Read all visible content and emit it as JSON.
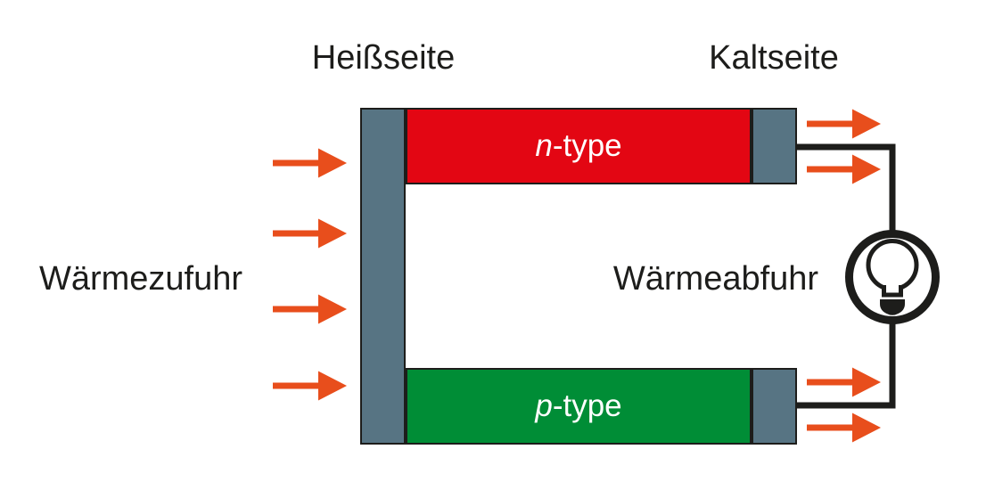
{
  "labels": {
    "hot_side": "Heißseite",
    "cold_side": "Kaltseite",
    "heat_input": "Wärmezufuhr",
    "heat_output": "Wärmeabfuhr"
  },
  "legs": {
    "n": {
      "prefix": "n",
      "suffix": "-type"
    },
    "p": {
      "prefix": "p",
      "suffix": "-type"
    }
  },
  "icons": {
    "heat_arrow": "orange-right-arrow-icon",
    "load": "light-bulb-icon"
  },
  "colors": {
    "n_leg": "#e30613",
    "p_leg": "#008d36",
    "plate": "#577483",
    "arrow": "#e84e1c",
    "wire": "#1d1d1b",
    "outline": "#1d1d1b",
    "leg_text": "#ffffff",
    "label_text": "#1d1d1b",
    "background": "#ffffff"
  }
}
